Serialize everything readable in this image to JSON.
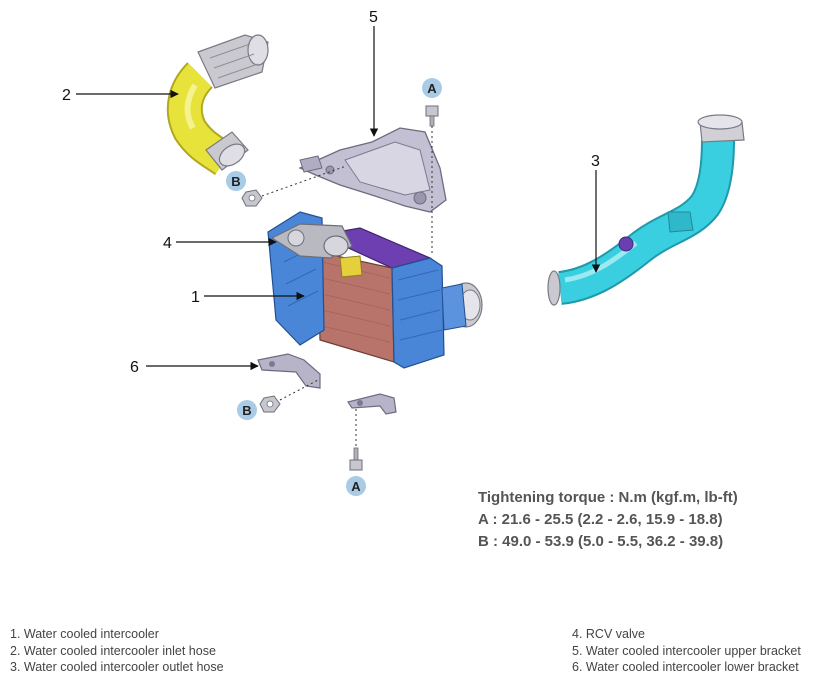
{
  "callouts": {
    "n1": "1",
    "n2": "2",
    "n3": "3",
    "n4": "4",
    "n5": "5",
    "n6": "6"
  },
  "badges": {
    "a": "A",
    "b": "B"
  },
  "torque": {
    "heading": "Tightening torque : N.m (kgf.m, lb-ft)",
    "a": "A : 21.6 - 25.5 (2.2 - 2.6, 15.9 - 18.8)",
    "b": "B : 49.0 - 53.9 (5.0 - 5.5, 36.2 - 39.8)"
  },
  "legend": {
    "items": [
      "1. Water cooled intercooler",
      "2. Water cooled intercooler inlet hose",
      "3. Water cooled intercooler outlet hose",
      "4. RCV valve",
      "5. Water cooled intercooler upper bracket",
      "6. Water cooled intercooler lower bracket"
    ]
  },
  "colors": {
    "inlet_hose": "#e8e33a",
    "outlet_hose": "#39cfe0",
    "core": "#b8736a",
    "end_tank": "#4a86d8",
    "top_plate": "#6d3fb0",
    "bracket": "#b7b3c8",
    "badge": "#a9cbe6"
  }
}
